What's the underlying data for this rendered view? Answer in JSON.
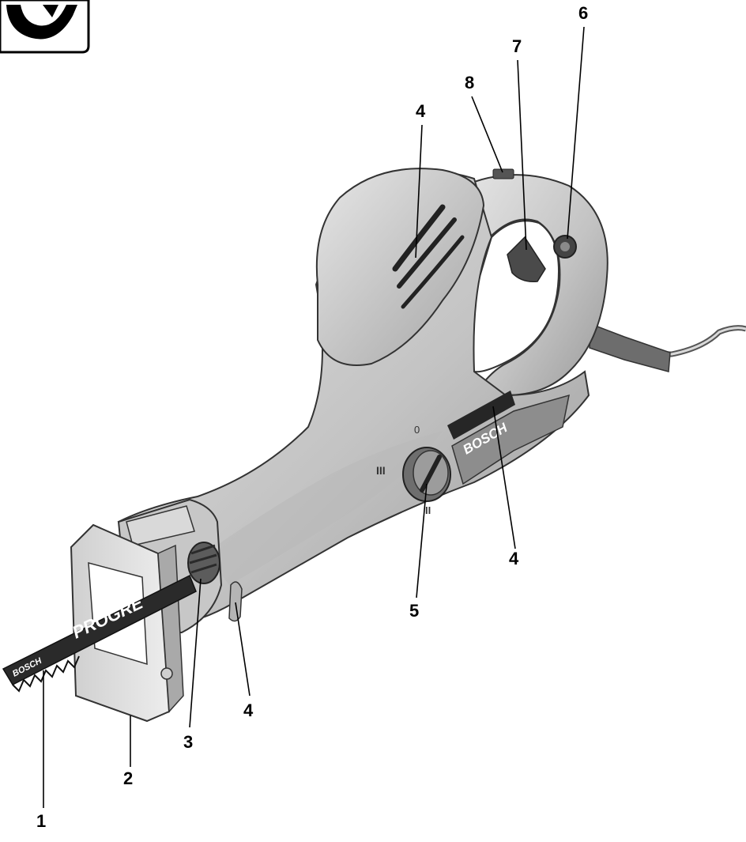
{
  "colors": {
    "body_light": "#d7d7d7",
    "body_mid": "#b4b4b4",
    "body_dark": "#8e8e8e",
    "rubber": "#7d7d7d",
    "slot": "#262626",
    "blade": "#2a2a2a",
    "label_text": "#000000"
  },
  "icons": {
    "corner_logo": "eco-recycle-icon"
  },
  "blade": {
    "brand_text": "BOSCH",
    "series_text": "PROGRE"
  },
  "housing": {
    "brand_text": "BOSCH"
  },
  "speed_dial": {
    "mark_high": "III",
    "mark_low": "II",
    "mark_top": "0"
  },
  "callouts": [
    {
      "id": "saw-blade",
      "number": "1"
    },
    {
      "id": "base-plate",
      "number": "2"
    },
    {
      "id": "blade-clamp-sleeve",
      "number": "3"
    },
    {
      "id": "air-vent-front",
      "number": "4"
    },
    {
      "id": "air-vent-top",
      "number": "4"
    },
    {
      "id": "air-vent-side",
      "number": "4"
    },
    {
      "id": "stroke-rate-dial",
      "number": "5"
    },
    {
      "id": "switch-lock-button",
      "number": "6"
    },
    {
      "id": "on-off-switch",
      "number": "7"
    },
    {
      "id": "air-outlet-top",
      "number": "8"
    }
  ]
}
